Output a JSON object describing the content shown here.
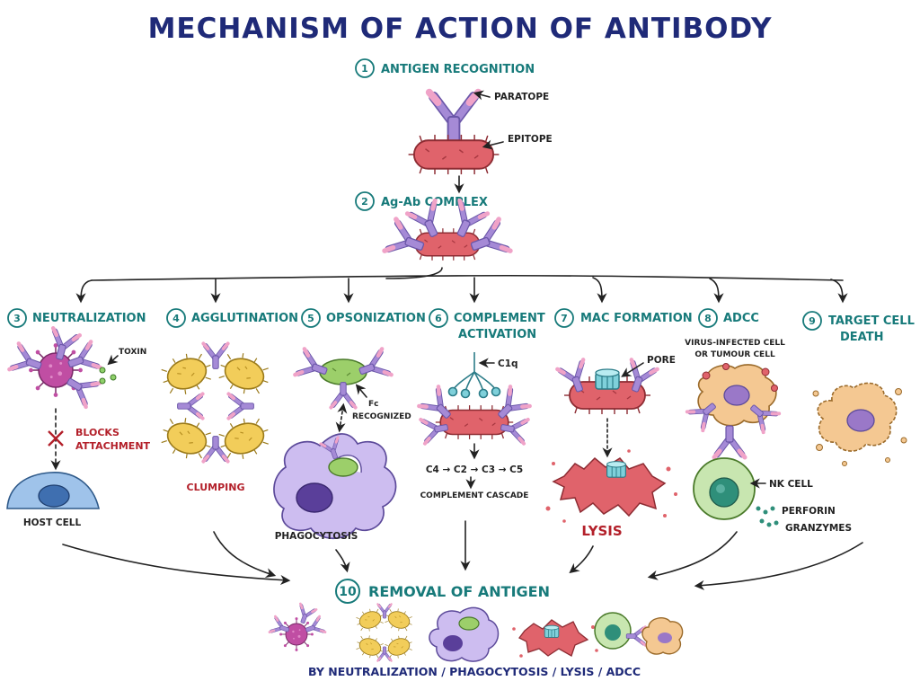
{
  "title": "MECHANISM OF ACTION OF ANTIBODY",
  "steps": {
    "s1": {
      "num": "1",
      "label": "ANTIGEN RECOGNITION"
    },
    "s2": {
      "num": "2",
      "label": "Ag-Ab COMPLEX"
    },
    "s3": {
      "num": "3",
      "label": "NEUTRALIZATION"
    },
    "s4": {
      "num": "4",
      "label": "AGGLUTINATION"
    },
    "s5": {
      "num": "5",
      "label": "OPSONIZATION"
    },
    "s6": {
      "num": "6",
      "label_line1": "COMPLEMENT",
      "label_line2": "ACTIVATION"
    },
    "s7": {
      "num": "7",
      "label": "MAC FORMATION"
    },
    "s8": {
      "num": "8",
      "label": "ADCC"
    },
    "s9": {
      "num": "9",
      "label_line1": "TARGET CELL",
      "label_line2": "DEATH"
    },
    "s10": {
      "num": "10",
      "label": "REMOVAL OF ANTIGEN"
    }
  },
  "labels": {
    "paratope": "PARATOPE",
    "epitope": "EPITOPE",
    "toxin": "TOXIN",
    "blocks_line1": "BLOCKS",
    "blocks_line2": "ATTACHMENT",
    "host_cell": "HOST CELL",
    "clumping": "CLUMPING",
    "fc": "Fc",
    "recognized": "RECOGNIZED",
    "phagocytosis": "PHAGOCYTOSIS",
    "c1q": "C1q",
    "cascade_seq": "C4 → C2 → C3 → C5",
    "complement_cascade": "COMPLEMENT CASCADE",
    "pore": "PORE",
    "lysis": "LYSIS",
    "virus_line1": "VIRUS-INFECTED CELL",
    "virus_line2": "OR TUMOUR CELL",
    "nk_cell": "NK CELL",
    "perforin": "PERFORIN",
    "granzymes": "GRANZYMES"
  },
  "footer": "BY  NEUTRALIZATION / PHAGOCYTOSIS / LYSIS / ADCC",
  "colors": {
    "title": "#1f2a78",
    "step": "#177a7a",
    "red_text": "#b3202a",
    "antibody": "#a58ad6",
    "antibody_tip": "#f0a3c8",
    "bacterium": "#e0636b",
    "virus": "#c04ea3",
    "yellow_cell": "#f2cd5a",
    "green_cell": "#9ccf6a",
    "macrophage": "#cdbdf0",
    "host_cell": "#9fc3ea",
    "nk_cell": "#c8e6b0",
    "dying_cell": "#f4c892",
    "pore": "#7fd0da"
  }
}
